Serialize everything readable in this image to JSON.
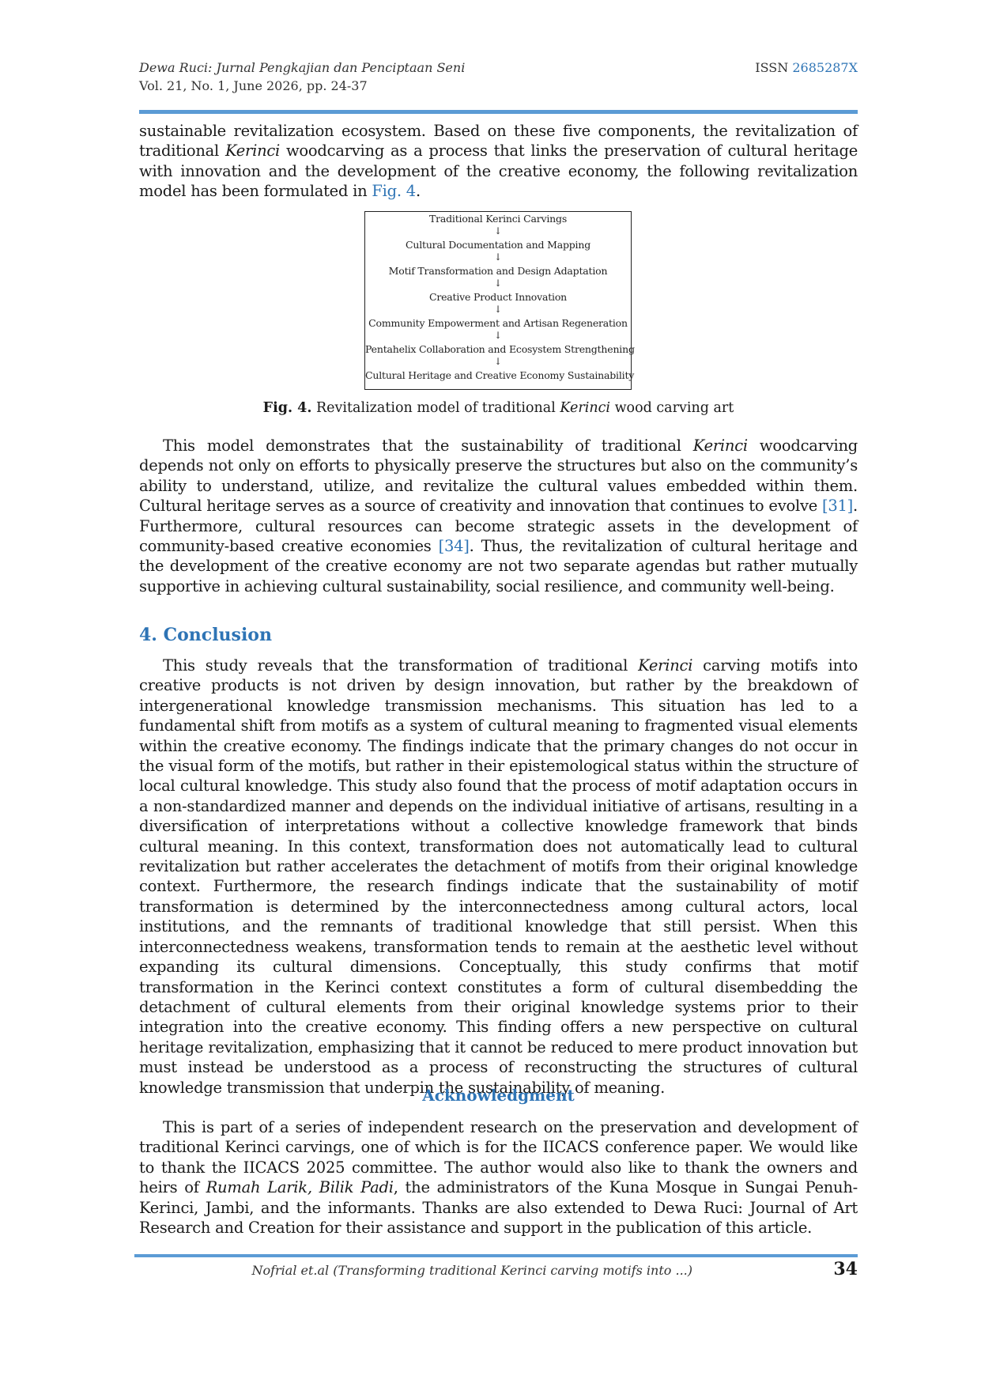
{
  "header": {
    "journal": "Dewa Ruci: Jurnal Pengkajian dan Penciptaan Seni",
    "volume": "Vol. 21, No. 1, June 2026, pp. 24-37",
    "issn_label": "ISSN ",
    "issn_number": "2685287X"
  },
  "intro_paragraph": {
    "t1": "sustainable revitalization ecosystem. Based on these five components, the revitalization of traditional ",
    "t1_em": "Kerinci",
    "t2": " woodcarving as a process that links the preservation of cultural heritage with innovation and the development of the creative economy, the following revitalization model has been formulated in ",
    "fig_ref": "Fig. 4",
    "t3": "."
  },
  "figure": {
    "steps": [
      "Traditional Kerinci Carvings",
      "Cultural Documentation and Mapping",
      "Motif Transformation and Design Adaptation",
      "Creative Product Innovation",
      "Community Empowerment and Artisan Regeneration",
      "Pentahelix Collaboration and Ecosystem Strengthening",
      "Cultural Heritage and Creative Economy Sustainability"
    ],
    "arrow": "↓"
  },
  "caption": {
    "label": "Fig. 4.",
    "t1": " Revitalization model of traditional ",
    "em": "Kerinci",
    "t2": " wood carving art"
  },
  "model_paragraph": {
    "t1": "This model demonstrates that the sustainability of traditional ",
    "em": "Kerinci",
    "t2": " woodcarving depends not only on efforts to physically preserve the structures but also on the community’s ability to understand, utilize, and revitalize the cultural values embedded within them. Cultural heritage serves as a source of creativity and innovation that continues to evolve ",
    "ref1": "[31]",
    "t3": ". Furthermore, cultural resources can become strategic assets in the development of community-based creative economies ",
    "ref2": "[34]",
    "t4": ". Thus, the revitalization of cultural heritage and the development of the creative economy are not two separate agendas but rather mutually supportive in achieving cultural sustainability, social resilience, and community well-being."
  },
  "conclusion": {
    "heading": "4. Conclusion",
    "t1": "This study reveals that the transformation of traditional ",
    "em": "Kerinci",
    "t2": " carving motifs into creative products is not driven by design innovation, but rather by the breakdown of intergenerational knowledge transmission mechanisms. This situation has led to a fundamental shift from motifs as a system of cultural meaning to fragmented visual elements within the creative economy. The findings indicate that the primary changes do not occur in the visual form of the motifs, but rather in their epistemological status within the structure of local cultural knowledge. This study also found that the process of motif adaptation occurs in a non-standardized manner and depends on the individual initiative of artisans, resulting in a diversification of interpretations without a collective knowledge framework that binds cultural meaning. In this context, transformation does not automatically lead to cultural revitalization but rather accelerates the detachment of motifs from their original knowledge context. Furthermore, the research findings indicate that the sustainability of motif transformation is determined by the interconnectedness among cultural actors, local institutions, and the remnants of traditional knowledge that still persist. When this interconnectedness weakens, transformation tends to remain at the aesthetic level without expanding its cultural dimensions. Conceptually, this study confirms that motif transformation in the Kerinci context constitutes a form of cultural disembedding the detachment of cultural elements from their original knowledge systems prior to their integration into the creative economy. This finding offers a new perspective on cultural heritage revitalization, emphasizing that it cannot be reduced to mere product innovation but must instead be understood as a process of reconstructing the structures of cultural knowledge transmission that underpin the sustainability of meaning."
  },
  "acknowledgment": {
    "heading": "Acknowledgment",
    "t1": "This is part of a series of independent research on the preservation and development of traditional Kerinci carvings, one of which is for the IICACS conference paper. We would like to thank the IICACS 2025 committee. The author would also like to thank the owners and heirs of ",
    "em": "Rumah Larik, Bilik Padi",
    "t2": ", the administrators of the Kuna Mosque in Sungai Penuh-Kerinci, Jambi, and the informants. Thanks are also extended to Dewa Ruci: Journal of Art Research and Creation for their assistance and support in the publication of this article."
  },
  "footer": {
    "citation": "Nofrial et.al (Transforming traditional Kerinci carving motifs into ...)",
    "page_number": "34"
  }
}
